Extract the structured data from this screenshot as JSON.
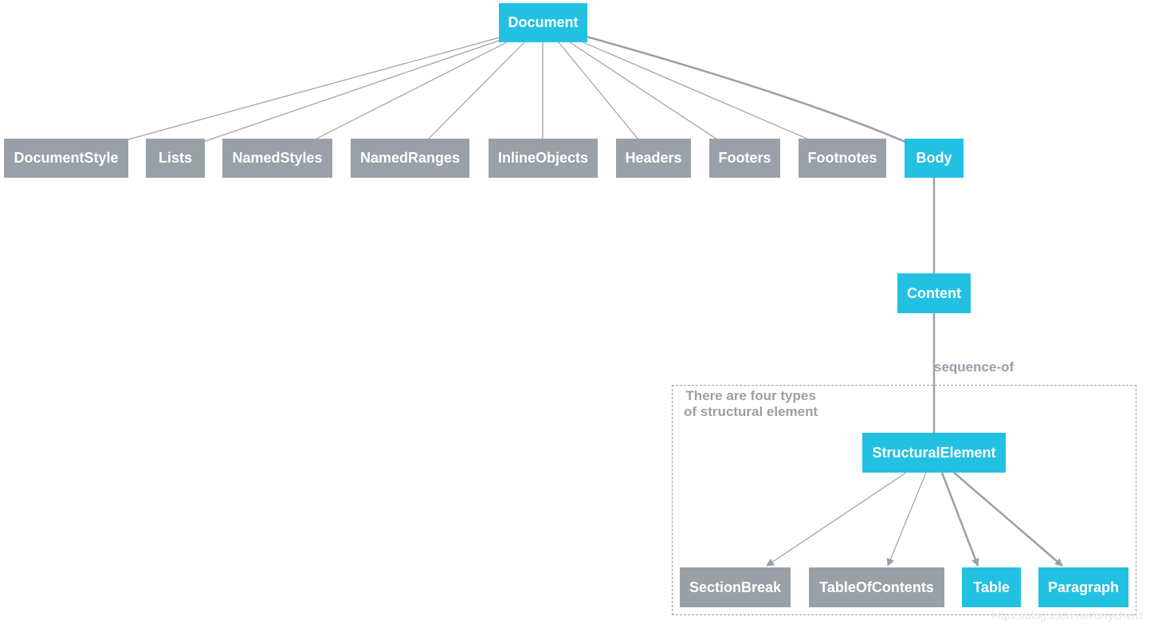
{
  "nodes": {
    "document": "Document",
    "document_style": "DocumentStyle",
    "lists": "Lists",
    "named_styles": "NamedStyles",
    "named_ranges": "NamedRanges",
    "inline_objects": "InlineObjects",
    "headers": "Headers",
    "footers": "Footers",
    "footnotes": "Footnotes",
    "body": "Body",
    "content": "Content",
    "structural_element": "StructuralElement",
    "section_break": "SectionBreak",
    "table_of_contents": "TableOfContents",
    "table": "Table",
    "paragraph": "Paragraph"
  },
  "edge_label": "sequence-of",
  "group_caption": [
    "There are four types",
    "of structural element"
  ],
  "watermark": "https://blog.csdn.net/orrychenz",
  "colors": {
    "highlight": "#22c1e2",
    "muted": "#9aa0a8",
    "edge": "#9aa0a8"
  }
}
